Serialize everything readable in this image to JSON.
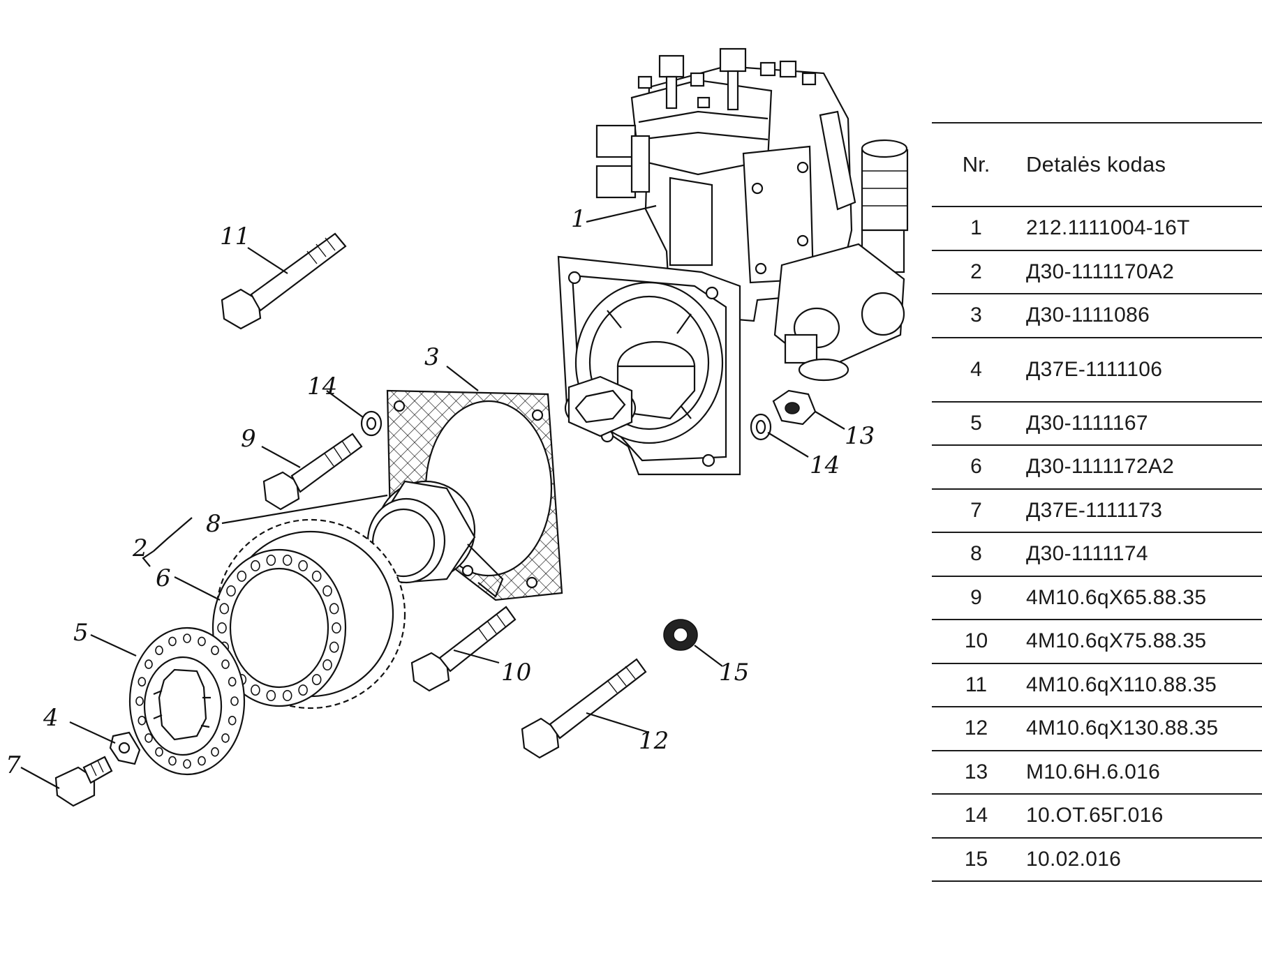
{
  "table": {
    "header": {
      "nr": "Nr.",
      "code": "Detalės kodas"
    },
    "rows": [
      {
        "nr": "1",
        "code": "212.1111004-16T"
      },
      {
        "nr": "2",
        "code": "Д30-1111170А2"
      },
      {
        "nr": "3",
        "code": "Д30-1111086"
      },
      {
        "nr": "4",
        "code": "Д37Е-1111106"
      },
      {
        "nr": "5",
        "code": "Д30-1111167"
      },
      {
        "nr": "6",
        "code": "Д30-1111172А2"
      },
      {
        "nr": "7",
        "code": "Д37Е-1111173"
      },
      {
        "nr": "8",
        "code": "Д30-1111174"
      },
      {
        "nr": "9",
        "code": "4М10.6qХ65.88.35"
      },
      {
        "nr": "10",
        "code": "4М10.6qХ75.88.35"
      },
      {
        "nr": "11",
        "code": "4М10.6qХ110.88.35"
      },
      {
        "nr": "12",
        "code": "4М10.6qХ130.88.35"
      },
      {
        "nr": "13",
        "code": "М10.6Н.6.016"
      },
      {
        "nr": "14",
        "code": "10.ОТ.65Г.016"
      },
      {
        "nr": "15",
        "code": "10.02.016"
      }
    ]
  },
  "diagram": {
    "callouts": {
      "c1": "1",
      "c2": "2",
      "c3": "3",
      "c4": "4",
      "c5": "5",
      "c6": "6",
      "c7": "7",
      "c8": "8",
      "c9": "9",
      "c10": "10",
      "c11": "11",
      "c12": "12",
      "c13": "13",
      "c14a": "14",
      "c14b": "14",
      "c15": "15"
    }
  }
}
